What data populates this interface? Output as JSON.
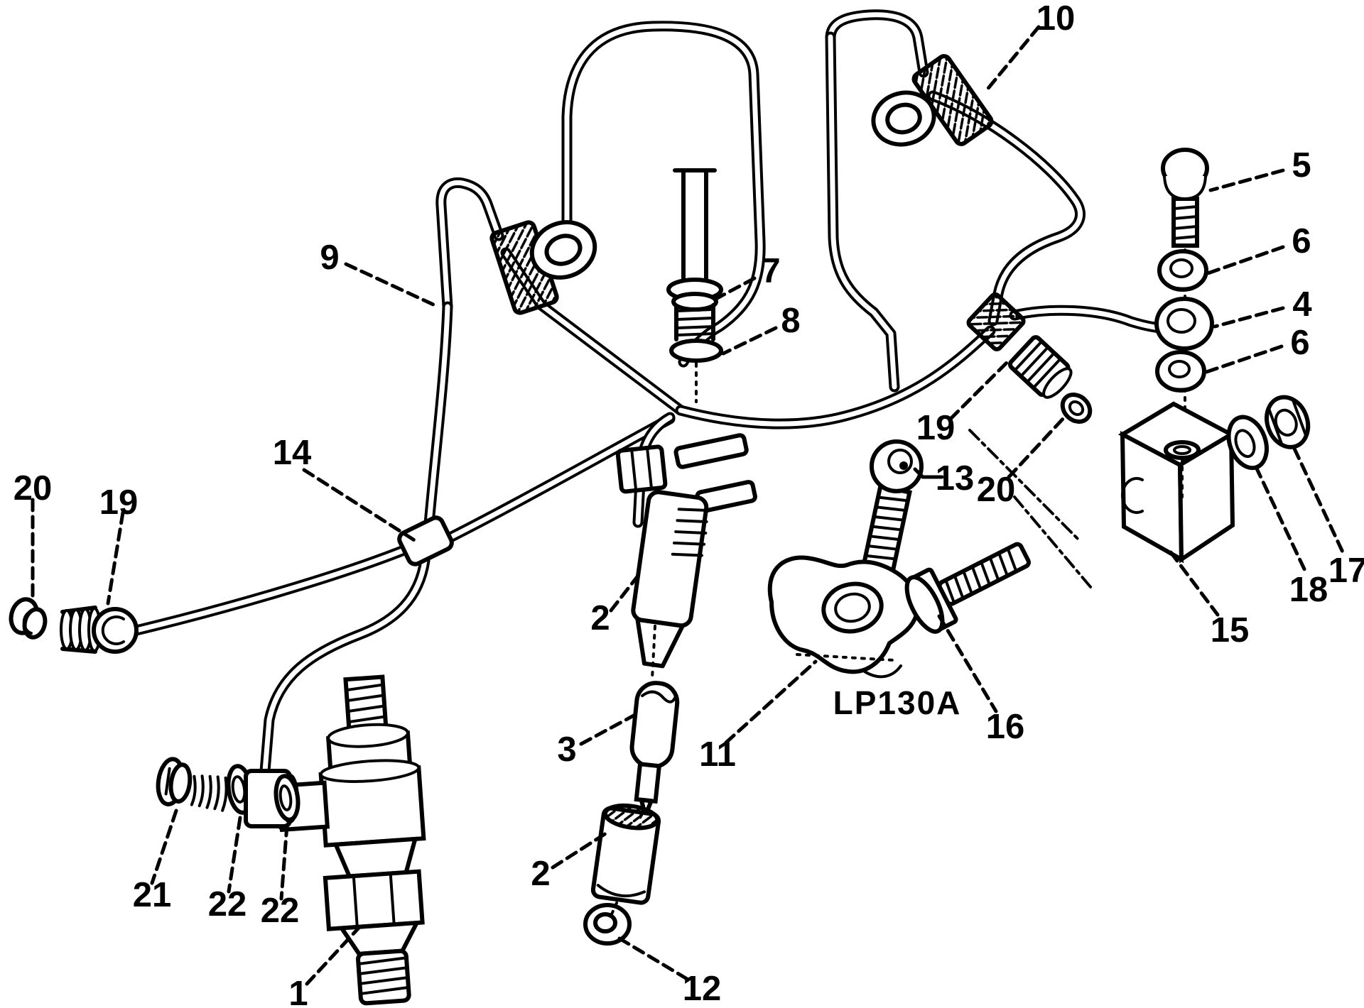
{
  "diagram": {
    "kind": "exploded-parts-line-drawing",
    "figure_code": "LP130A",
    "style": {
      "line_color": "#000000",
      "background_color": "#ffffff"
    },
    "callouts": [
      {
        "text": "1"
      },
      {
        "text": "2"
      },
      {
        "text": "2"
      },
      {
        "text": "3"
      },
      {
        "text": "4"
      },
      {
        "text": "5"
      },
      {
        "text": "6"
      },
      {
        "text": "6"
      },
      {
        "text": "7"
      },
      {
        "text": "8"
      },
      {
        "text": "9"
      },
      {
        "text": "10"
      },
      {
        "text": "11"
      },
      {
        "text": "12"
      },
      {
        "text": "13"
      },
      {
        "text": "14"
      },
      {
        "text": "15"
      },
      {
        "text": "16"
      },
      {
        "text": "17"
      },
      {
        "text": "18"
      },
      {
        "text": "19"
      },
      {
        "text": "19"
      },
      {
        "text": "20"
      },
      {
        "text": "20"
      },
      {
        "text": "21"
      },
      {
        "text": "22"
      },
      {
        "text": "22"
      }
    ]
  }
}
